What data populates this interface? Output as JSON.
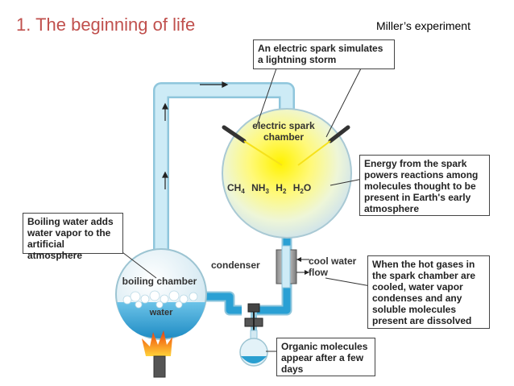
{
  "header": {
    "title": "1. The beginning of life",
    "subtitle": "Miller’s experiment"
  },
  "diagram": {
    "callouts": {
      "spark": "An electric spark simulates a lightning storm",
      "energy": "Energy from the spark powers reactions among molecules thought to be present in Earth's early atmosphere",
      "boiling": "Boiling water adds water vapor to the artificial atmosphere",
      "hot_gases": "When the hot gases in the spark chamber are cooled, water vapor condenses and any soluble molecules present are dissolved",
      "organic": "Organic molecules appear after a few days"
    },
    "labels": {
      "spark_chamber_1": "electric spark",
      "spark_chamber_2": "chamber",
      "condenser": "condenser",
      "cool_water_1": "cool water",
      "cool_water_2": "flow",
      "boiling_chamber": "boiling chamber",
      "water": "water"
    },
    "gases": {
      "ch": "CH",
      "ch_sub": "4",
      "nh": "NH",
      "nh_sub": "3",
      "h": "H",
      "h_sub": "2",
      "h2": "H",
      "h2_sub": "2",
      "o": "O"
    },
    "colors": {
      "tube": "#bfe4f2",
      "tube_edge": "#8fc6dc",
      "water": "#2a9fd0",
      "glow": "#fff200",
      "flame": "#f07a1a",
      "title": "#c0504d"
    }
  }
}
